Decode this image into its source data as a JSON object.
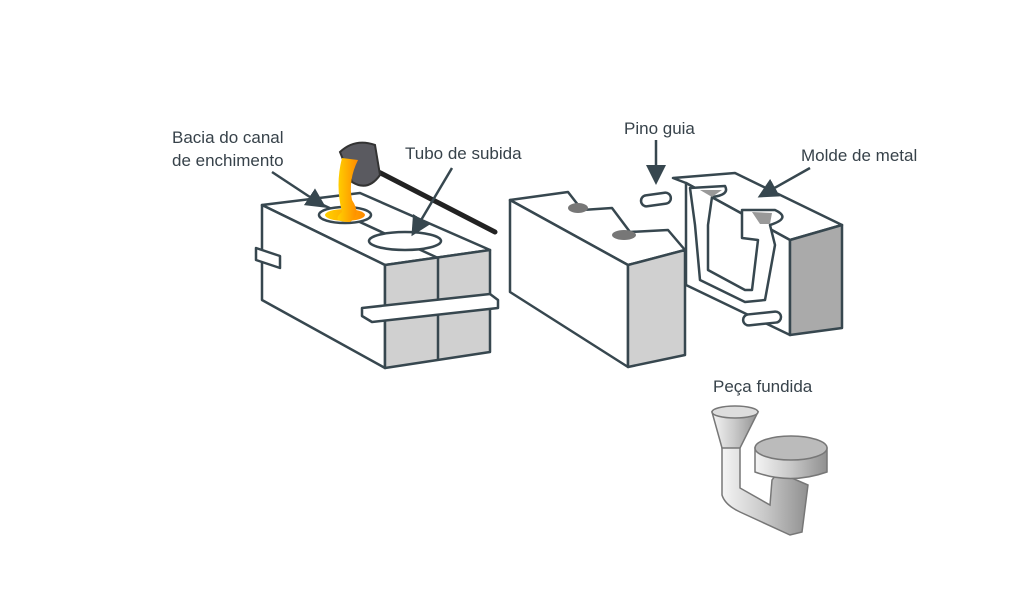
{
  "labels": {
    "pouring_basin_line1": "Bacia do canal",
    "pouring_basin_line2": "de enchimento",
    "riser": "Tubo de subida",
    "guide_pin": "Pino guia",
    "metal_mold": "Molde de metal",
    "casting": "Peça fundida"
  },
  "colors": {
    "line": "#37474f",
    "molten_metal": "#ff9800",
    "gray": "#d0d0d0"
  }
}
